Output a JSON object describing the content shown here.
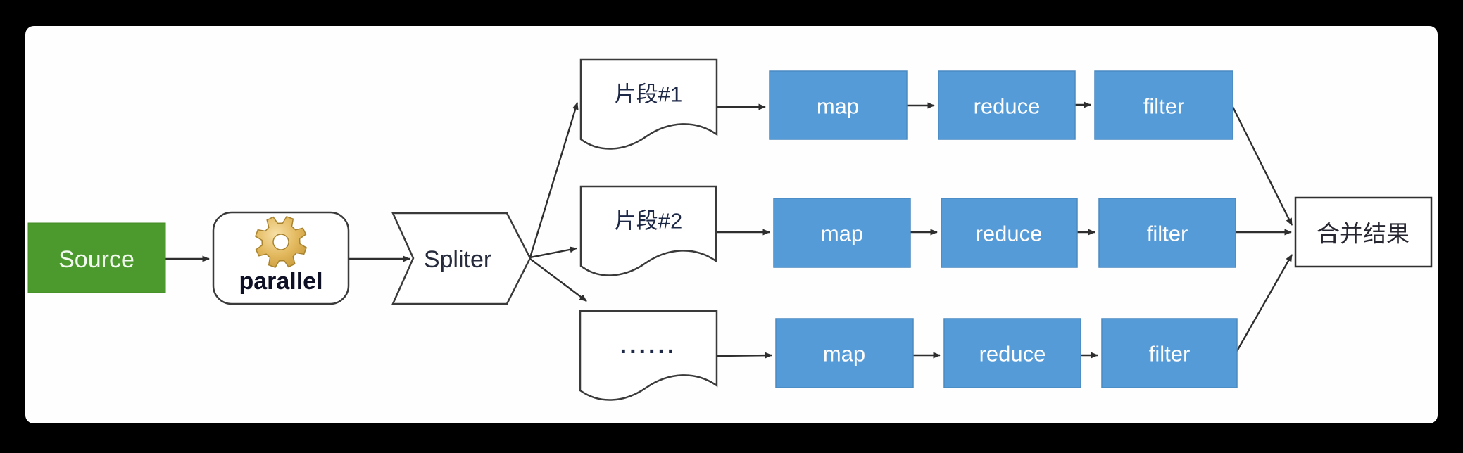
{
  "diagram": {
    "description": "parallel map-reduce pipeline flow"
  },
  "colors": {
    "background": "#000000",
    "canvas": "#fefefe",
    "source_green": "#4c992d",
    "stage_blue": "#559bd8",
    "outline_dark": "#3a3a3a",
    "text_dark_navy": "#1d2847",
    "gear_gold": "#ddb050"
  },
  "nodes": {
    "source": {
      "label": "Source"
    },
    "parallel": {
      "label": "parallel",
      "icon": "gear-icon"
    },
    "splitter": {
      "label": "Spliter"
    },
    "merge": {
      "label": "合并结果"
    }
  },
  "pipelines": [
    {
      "fragment": "片段#1",
      "stages": [
        "map",
        "reduce",
        "filter"
      ]
    },
    {
      "fragment": "片段#2",
      "stages": [
        "map",
        "reduce",
        "filter"
      ]
    },
    {
      "fragment": "......",
      "stages": [
        "map",
        "reduce",
        "filter"
      ]
    }
  ]
}
